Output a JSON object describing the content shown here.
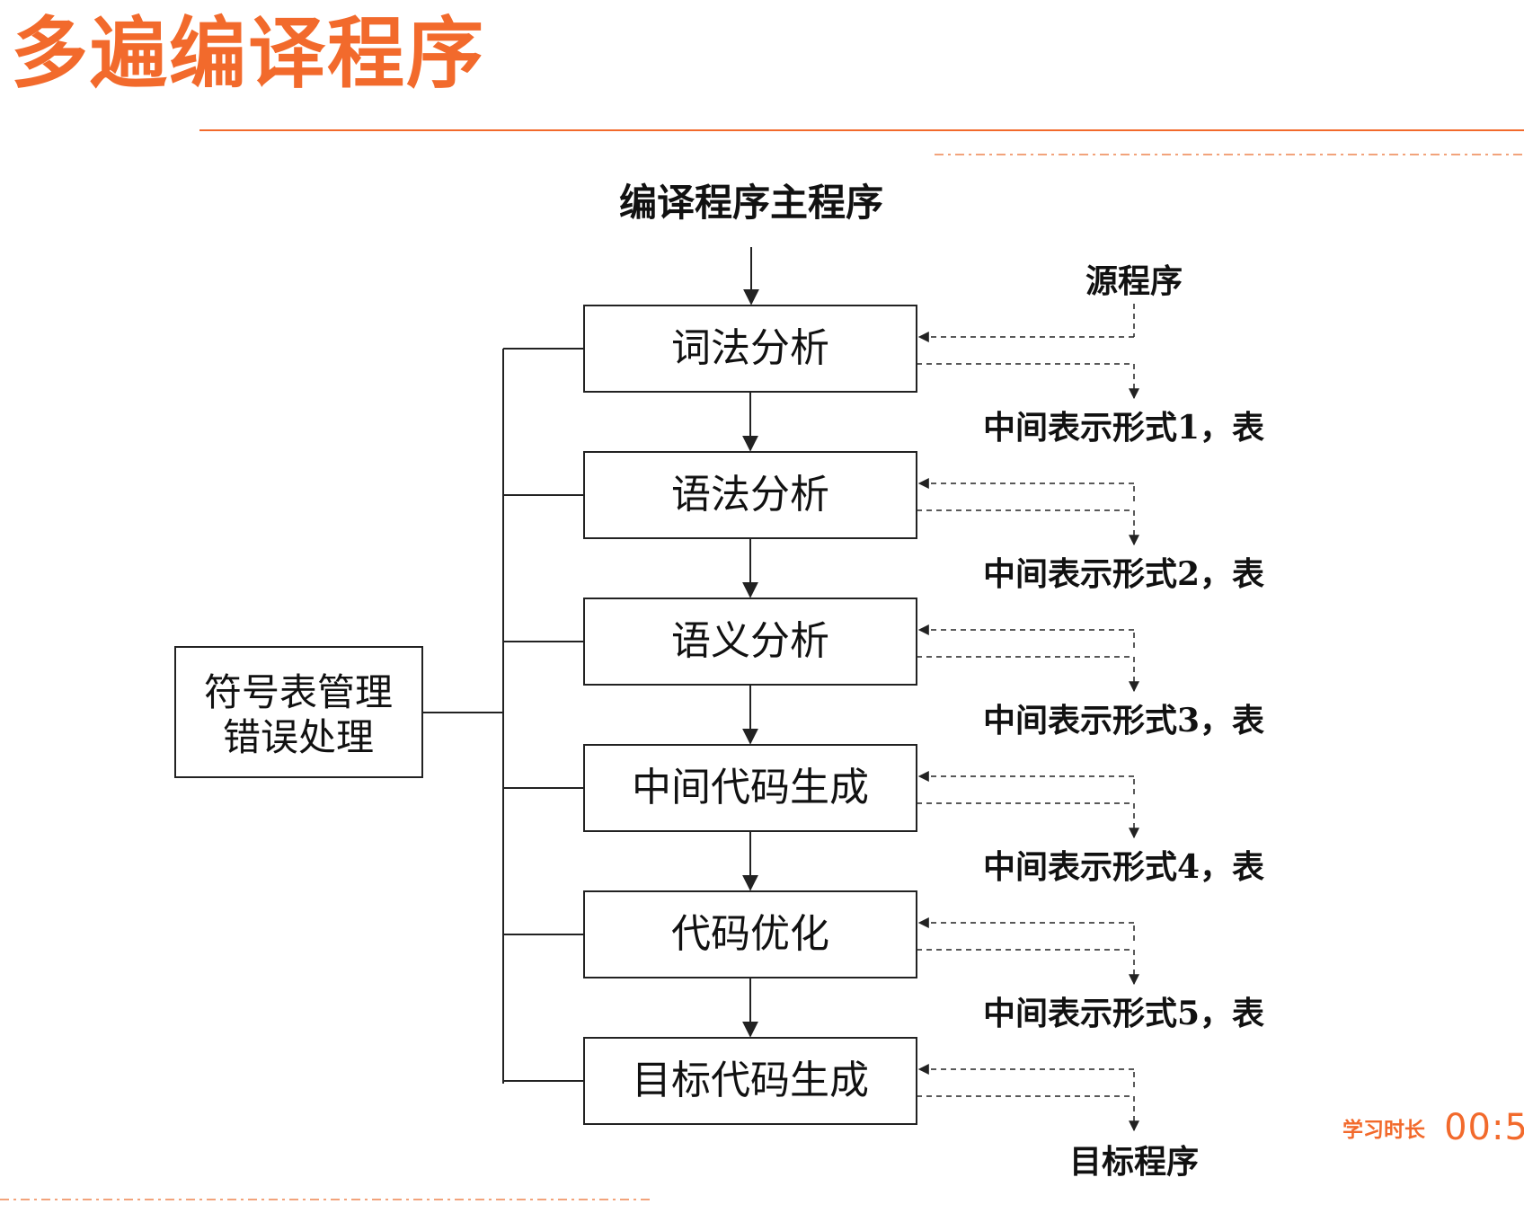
{
  "slide": {
    "title": "多遍编译程序",
    "timer": {
      "label": "学习时长",
      "value": "00:5"
    }
  },
  "diagram": {
    "main_program": "编译程序主程序",
    "source": "源程序",
    "target": "目标程序",
    "side_box": {
      "line1": "符号表管理",
      "line2": "错误处理"
    },
    "phases": [
      "词法分析",
      "语法分析",
      "语义分析",
      "中间代码生成",
      "代码优化",
      "目标代码生成"
    ],
    "intermediate_forms": [
      "中间表示形式1，表",
      "中间表示形式2，表",
      "中间表示形式3，表",
      "中间表示形式4，表",
      "中间表示形式5，表"
    ]
  },
  "colors": {
    "accent": "#f26a2c",
    "text": "#111111",
    "line": "#222222",
    "dash": "#f2a37b"
  }
}
